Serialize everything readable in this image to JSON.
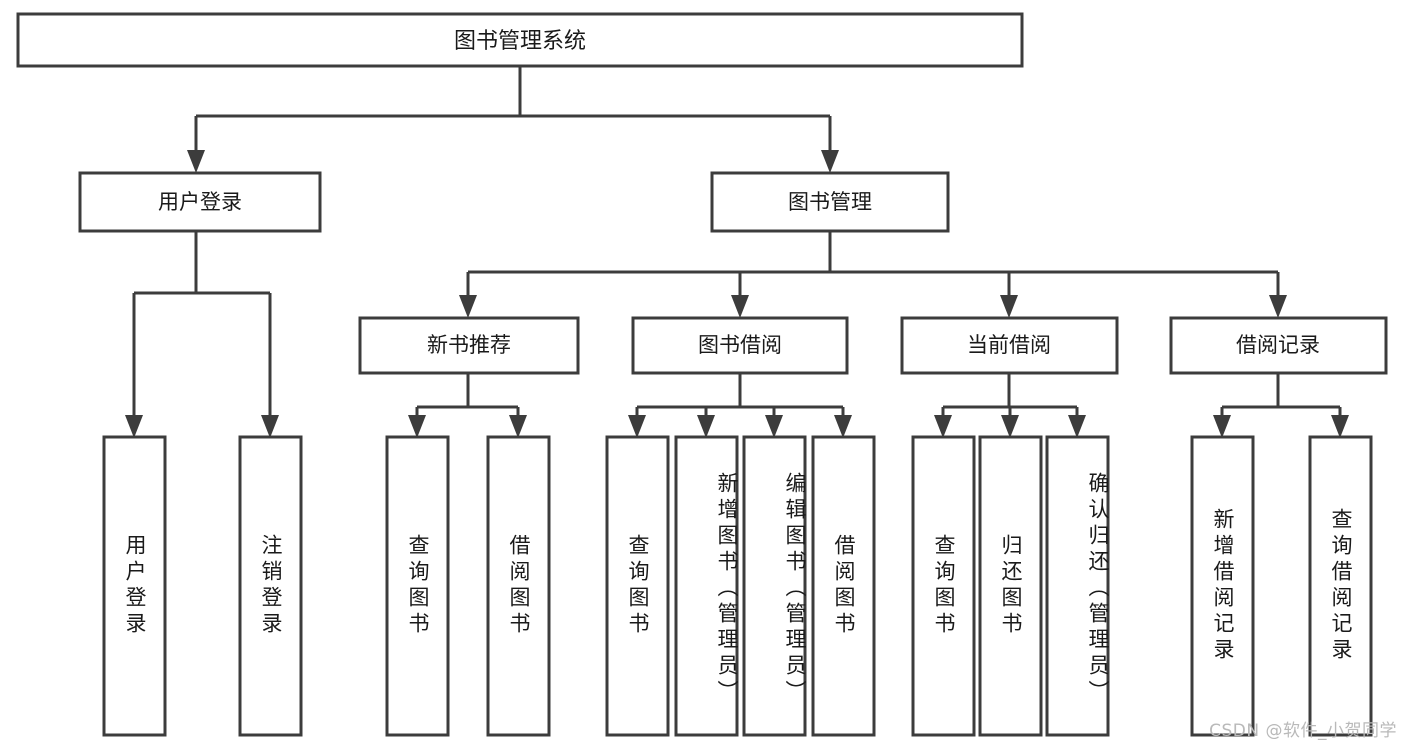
{
  "diagram": {
    "title": "图书管理系统",
    "type": "tree-hierarchy-diagram",
    "colors": {
      "stroke": "#3c3c3c",
      "fill": "#ffffff",
      "text": "#1a1a1a",
      "watermark": "#b9b9b9",
      "background": "#ffffff"
    },
    "root": {
      "label": "图书管理系统"
    },
    "level2": [
      {
        "label": "用户登录"
      },
      {
        "label": "图书管理"
      }
    ],
    "level3": [
      {
        "label": "新书推荐"
      },
      {
        "label": "图书借阅"
      },
      {
        "label": "当前借阅"
      },
      {
        "label": "借阅记录"
      }
    ],
    "leaves": {
      "user_login": [
        {
          "label": "用户登录"
        },
        {
          "label": "注销登录"
        }
      ],
      "new_book_recommend": [
        {
          "label": "查询图书"
        },
        {
          "label": "借阅图书"
        }
      ],
      "book_borrow": [
        {
          "label": "查询图书"
        },
        {
          "label": "新增图书（管理员）"
        },
        {
          "label": "编辑图书（管理员）"
        },
        {
          "label": "借阅图书"
        }
      ],
      "current_borrow": [
        {
          "label": "查询图书"
        },
        {
          "label": "归还图书"
        },
        {
          "label": "确认归还（管理员）"
        }
      ],
      "borrow_record": [
        {
          "label": "新增借阅记录"
        },
        {
          "label": "查询借阅记录"
        }
      ]
    }
  },
  "watermark": {
    "text": "CSDN @软件_小贺同学"
  }
}
